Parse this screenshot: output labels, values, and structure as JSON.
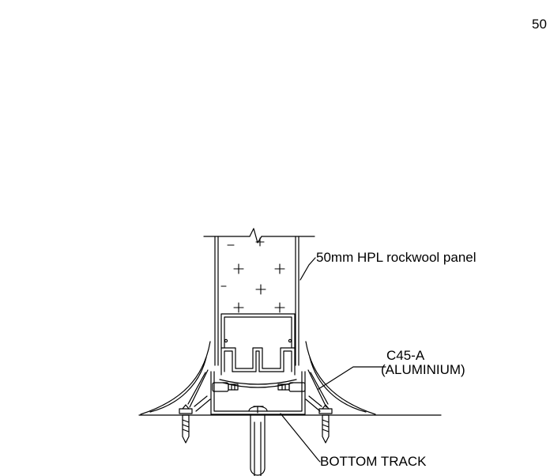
{
  "page_number": "50",
  "labels": {
    "panel": "50mm HPL rockwool panel",
    "profile_code": "C45-A",
    "profile_material": "(ALUMINIUM)",
    "track": "BOTTOM TRACK"
  },
  "colors": {
    "line": "#000000",
    "background": "#ffffff"
  }
}
